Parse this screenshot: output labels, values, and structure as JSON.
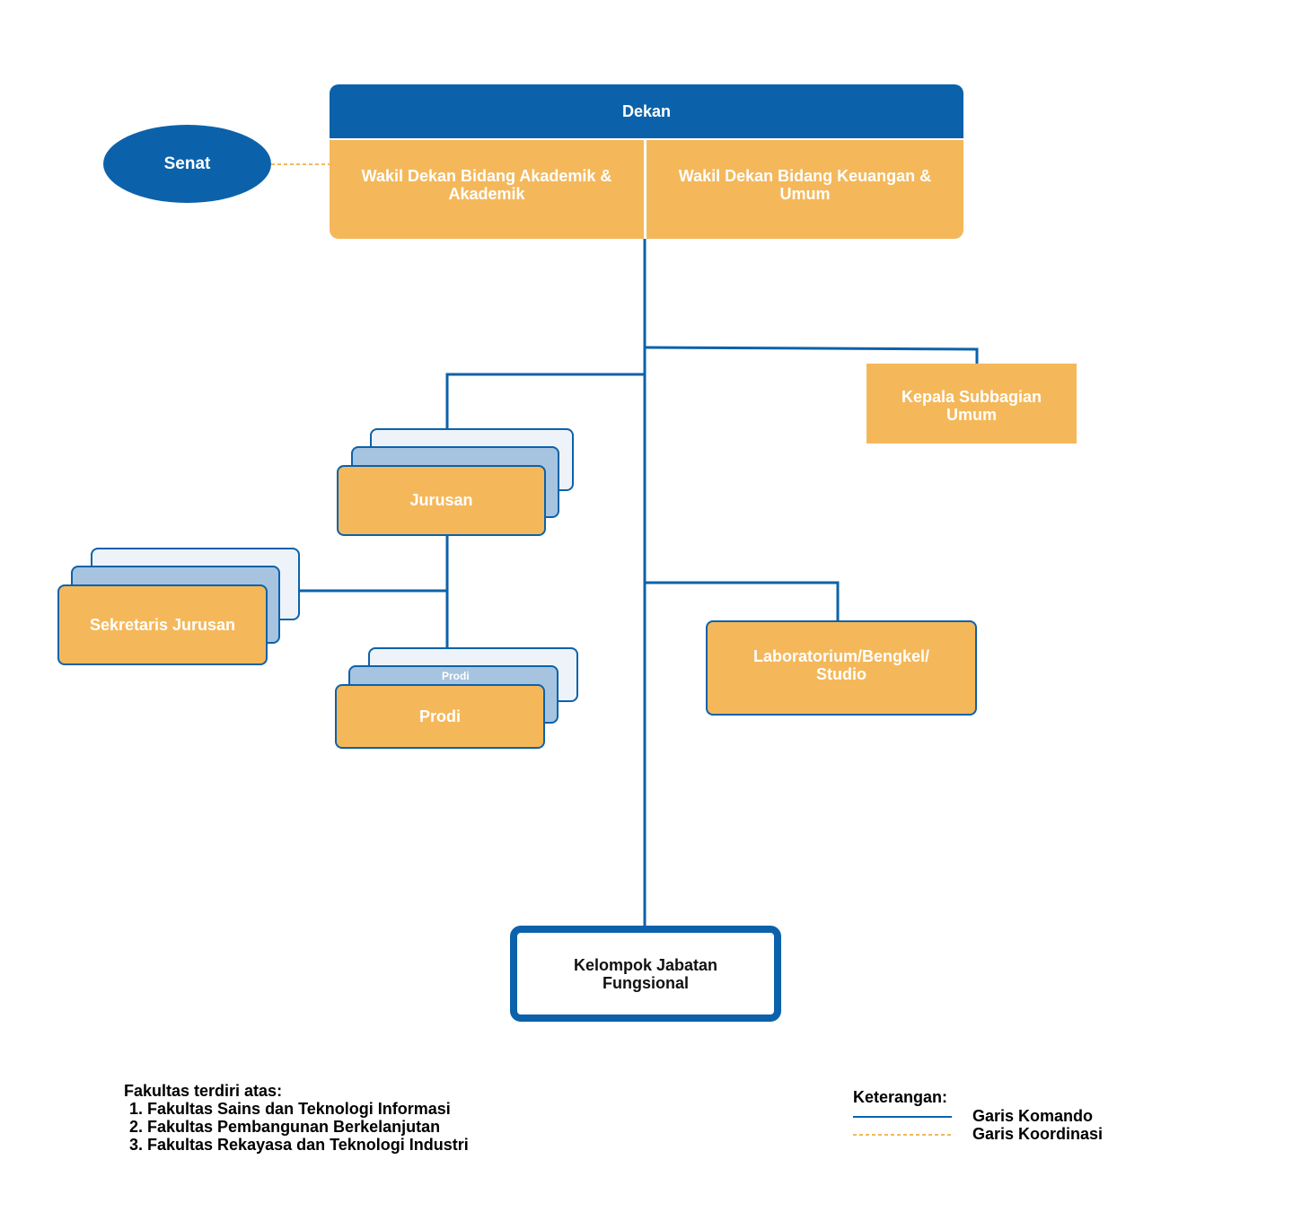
{
  "org": {
    "dekan": "Dekan",
    "senat": "Senat",
    "wakil_dekan_1": "Wakil Dekan Bidang Akademik & Akademik",
    "wakil_dekan_2": "Wakil Dekan Bidang Keuangan & Umum",
    "kepala_subbagian": "Kepala Subbagian Umum",
    "jurusan": "Jurusan",
    "sekretaris_jurusan": "Sekretaris Jurusan",
    "prodi_back_label": "Prodi",
    "prodi": "Prodi",
    "laboratorium": "Laboratorium/Bengkel/ Studio",
    "kelompok_jabatan": "Kelompok Jabatan Fungsional"
  },
  "notes": {
    "title": "Fakultas terdiri atas:",
    "items": [
      "1. Fakultas Sains dan Teknologi Informasi",
      "2. Fakultas Pembangunan Berkelanjutan",
      "3. Fakultas Rekayasa dan Teknologi Industri"
    ]
  },
  "legend": {
    "title": "Keterangan:",
    "komando": "Garis Komando",
    "koordinasi": "Garis Koordinasi"
  },
  "colors": {
    "primary_blue": "#0c62aa",
    "unit_orange": "#f4b85b",
    "coordination_dash": "#f4b85b"
  }
}
